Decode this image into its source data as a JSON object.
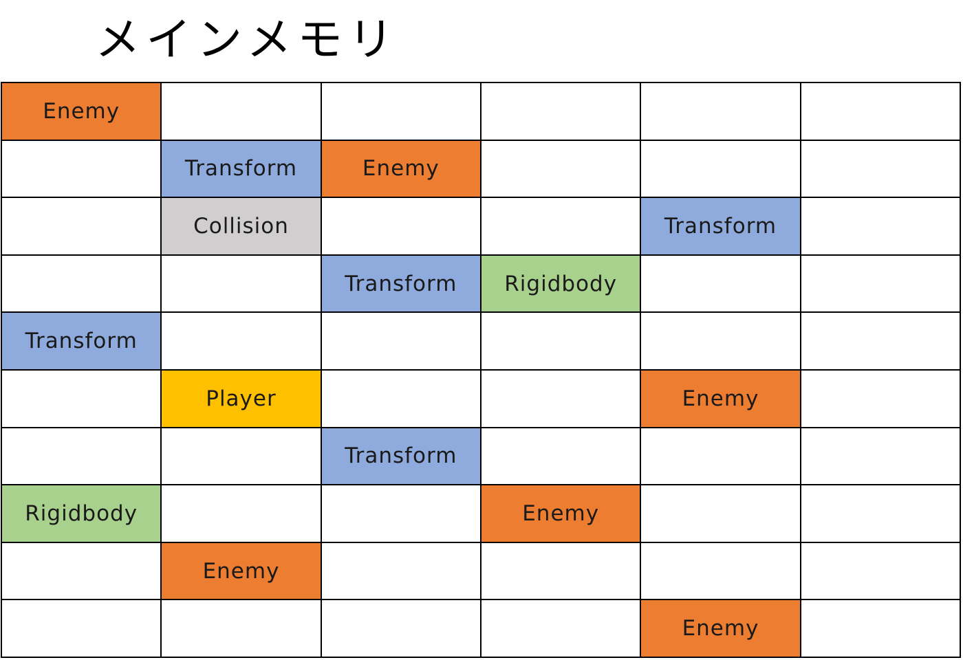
{
  "title": "メインメモリ",
  "colors": {
    "Enemy": "#ED7D31",
    "Transform": "#8FAADC",
    "Collision": "#D0CECE",
    "Rigidbody": "#A9D18E",
    "Player": "#FFC000",
    "empty": "#FFFFFF"
  },
  "memory_grid": {
    "columns": 6,
    "rows": [
      [
        "Enemy",
        "",
        "",
        "",
        "",
        ""
      ],
      [
        "",
        "Transform",
        "Enemy",
        "",
        "",
        ""
      ],
      [
        "",
        "Collision",
        "",
        "",
        "Transform",
        ""
      ],
      [
        "",
        "",
        "Transform",
        "Rigidbody",
        "",
        ""
      ],
      [
        "Transform",
        "",
        "",
        "",
        "",
        ""
      ],
      [
        "",
        "Player",
        "",
        "",
        "Enemy",
        ""
      ],
      [
        "",
        "",
        "Transform",
        "",
        "",
        ""
      ],
      [
        "Rigidbody",
        "",
        "",
        "Enemy",
        "",
        ""
      ],
      [
        "",
        "Enemy",
        "",
        "",
        "",
        ""
      ],
      [
        "",
        "",
        "",
        "",
        "Enemy",
        ""
      ]
    ]
  }
}
